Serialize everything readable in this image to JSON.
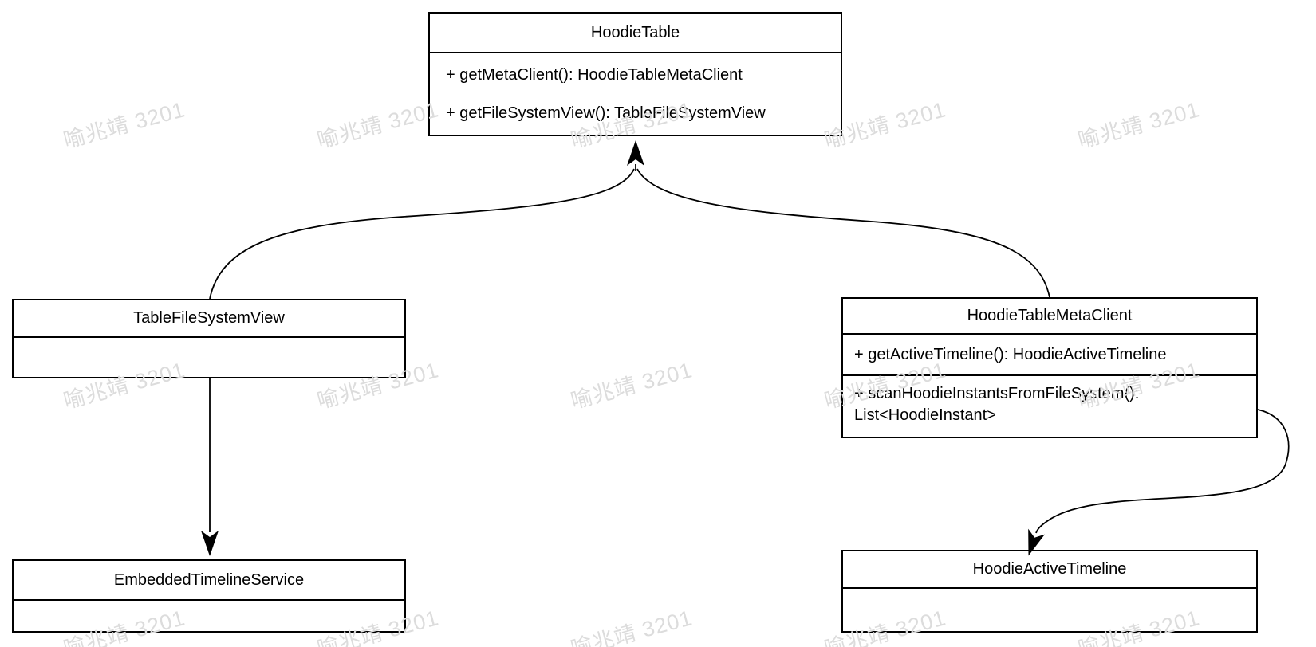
{
  "diagram": {
    "classes": {
      "hoodie_table": {
        "title": "HoodieTable",
        "methods": [
          "+ getMetaClient(): HoodieTableMetaClient",
          "+ getFileSystemView(): TableFileSystemView"
        ]
      },
      "table_file_system_view": {
        "title": "TableFileSystemView"
      },
      "hoodie_table_meta_client": {
        "title": "HoodieTableMetaClient",
        "methods": [
          "+ getActiveTimeline(): HoodieActiveTimeline",
          "+ scanHoodieInstantsFromFileSystem(): List<HoodieInstant>"
        ]
      },
      "embedded_timeline_service": {
        "title": "EmbeddedTimelineService"
      },
      "hoodie_active_timeline": {
        "title": "HoodieActiveTimeline"
      }
    },
    "relations": [
      {
        "from": "TableFileSystemView",
        "to": "HoodieTable",
        "style": "curved-arrow"
      },
      {
        "from": "HoodieTableMetaClient",
        "to": "HoodieTable",
        "style": "curved-arrow"
      },
      {
        "from": "TableFileSystemView",
        "to": "EmbeddedTimelineService",
        "style": "straight-arrow"
      },
      {
        "from": "HoodieTableMetaClient",
        "to": "HoodieActiveTimeline",
        "style": "curved-arrow"
      }
    ],
    "watermark": {
      "text": "喻兆靖 3201",
      "color": "#dcdcdc"
    },
    "line_color": "#000000",
    "box_fill": "#ffffff"
  }
}
